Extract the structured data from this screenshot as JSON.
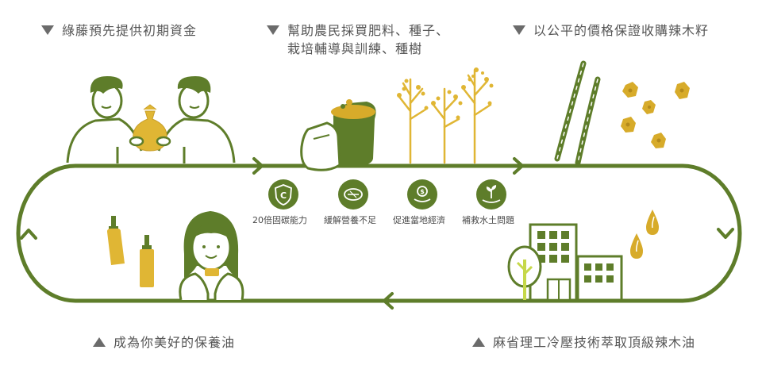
{
  "steps": {
    "top_left": "綠藤預先提供初期資金",
    "top_middle_line1": "幫助農民採買肥料、種子、",
    "top_middle_line2": "栽培輔導與訓練、種樹",
    "top_right": "以公平的價格保證收購辣木籽",
    "bottom_right": "麻省理工冷壓技術萃取頂級辣木油",
    "bottom_left": "成為你美好的保養油"
  },
  "benefits": [
    {
      "label": "20倍固碳能力",
      "icon": "carbon-c-shield-icon"
    },
    {
      "label": "緩解營養不足",
      "icon": "meat-nutrition-icon"
    },
    {
      "label": "促進當地經濟",
      "icon": "coin-hand-icon"
    },
    {
      "label": "補救水土問題",
      "icon": "seedling-hand-icon"
    }
  ],
  "colors": {
    "loop_green": "#5e7d2a",
    "dark_green": "#4f6b22",
    "mustard": "#d7ab2a",
    "text_gray": "#555555"
  }
}
